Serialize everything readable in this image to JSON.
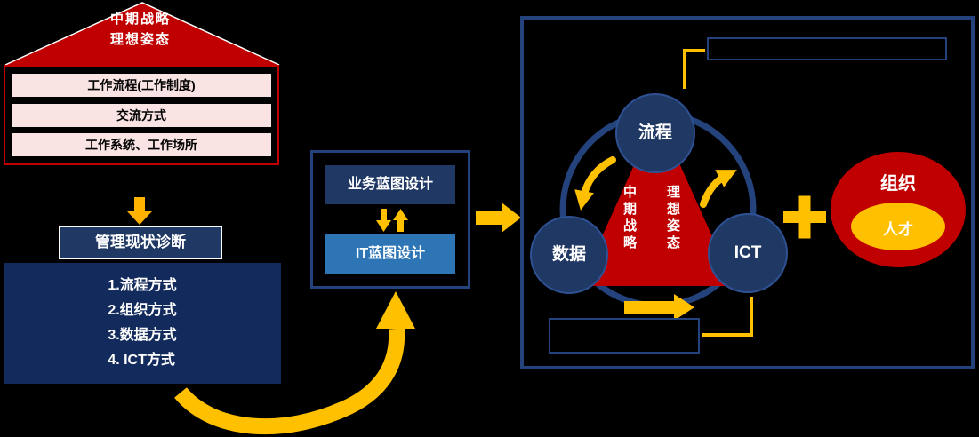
{
  "colors": {
    "red": "#C00000",
    "navy": "#1F3864",
    "navy_border": "#24427C",
    "medium_blue": "#2E75B6",
    "gold": "#FFC000",
    "orange": "#FFB300",
    "pink": "#F9E3E3",
    "background": "#000000"
  },
  "house": {
    "roof_line1": "中期战略",
    "roof_line2": "理想姿态",
    "rows": [
      "工作流程(工作制度)",
      "交流方式",
      "工作系统、工作场所"
    ]
  },
  "diagnosis": {
    "title": "管理现状诊断",
    "items": [
      "1.流程方式",
      "2.组织方式",
      "3.数据方式",
      "4. ICT方式"
    ]
  },
  "blueprint": {
    "business": "业务蓝图设计",
    "it": "IT蓝图设计"
  },
  "cycle": {
    "top_circle": "流程",
    "left_circle": "数据",
    "right_circle": "ICT",
    "triangle_left": "中期战略",
    "triangle_right": "理想姿态"
  },
  "org": {
    "label": "组织",
    "talent": "人才"
  }
}
